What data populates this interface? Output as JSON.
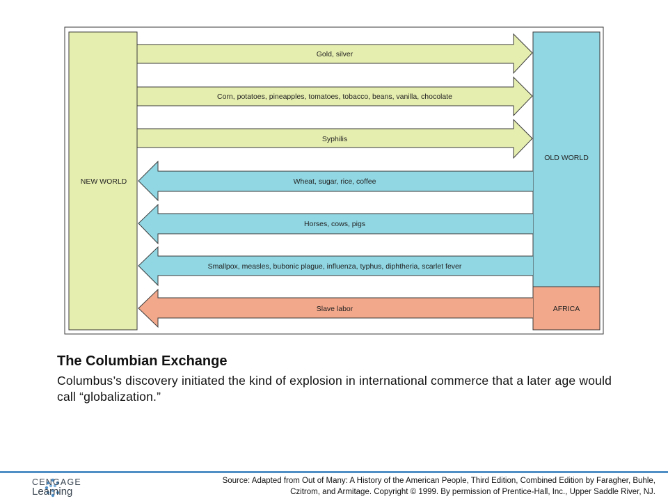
{
  "diagram": {
    "regions": {
      "new_world": "NEW WORLD",
      "old_world": "OLD WORLD",
      "africa": "AFRICA"
    },
    "flows": [
      {
        "label": "Gold, silver",
        "direction": "to-old-world"
      },
      {
        "label": "Corn, potatoes, pineapples, tomatoes, tobacco, beans, vanilla, chocolate",
        "direction": "to-old-world"
      },
      {
        "label": "Syphilis",
        "direction": "to-old-world"
      },
      {
        "label": "Wheat, sugar, rice, coffee",
        "direction": "to-new-world"
      },
      {
        "label": "Horses, cows, pigs",
        "direction": "to-new-world"
      },
      {
        "label": "Smallpox, measles, bubonic plague, influenza, typhus, diphtheria, scarlet fever",
        "direction": "to-new-world"
      },
      {
        "label": "Slave labor",
        "direction": "to-new-world"
      }
    ],
    "colors": {
      "new_world": "#e6eeaf",
      "old_world": "#91d7e3",
      "africa": "#f2a88b",
      "stroke": "#3a3a3a"
    }
  },
  "caption": {
    "title": "The Columbian Exchange",
    "text": "Columbus’s discovery initiated the kind of explosion in international commerce that a later age would call “globalization.”"
  },
  "footer": {
    "logo_line1": "CENGAGE",
    "logo_line2": "Learning",
    "source_line1": "Source: Adapted from Out of Many: A History of the American People, Third Edition, Combined Edition by Faragher, Buhle,",
    "source_line2": "Czitrom, and Armitage. Copyright © 1999. By permission of Prentice-Hall, Inc., Upper Saddle River, NJ.",
    "accent": "#4f8fc6"
  }
}
